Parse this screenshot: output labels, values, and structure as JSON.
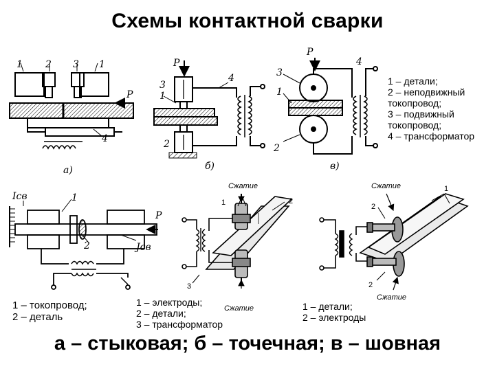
{
  "title": "Схемы контактной сварки",
  "top_diagrams": {
    "a": {
      "caption": "а)",
      "labels": [
        "1",
        "2",
        "3",
        "1",
        "P",
        "4"
      ]
    },
    "b": {
      "caption": "б)",
      "labels": [
        "P",
        "3",
        "1",
        "2",
        "4"
      ]
    },
    "v": {
      "caption": "в)",
      "labels": [
        "P",
        "3",
        "1",
        "2",
        "4"
      ]
    }
  },
  "legend_top": "1 – детали;\n2 – неподвижный\nтокопровод;\n3 – подвижный\nтокопровод;\n4 – трансформатор",
  "bottom_diagrams": {
    "butt": {
      "labels": [
        "Iсв",
        "1",
        "2",
        "P",
        "Jсв"
      ],
      "legend": "1 – токопровод;\n2 – деталь"
    },
    "spot": {
      "compress_top": "Сжатие",
      "compress_bottom": "Сжатие",
      "labels": [
        "1",
        "2",
        "3"
      ],
      "legend": "1 – электроды;\n2 – детали;\n3 – трансформатор"
    },
    "seam": {
      "compress_top": "Сжатие",
      "compress_bottom": "Сжатие",
      "labels": [
        "1",
        "2",
        "2"
      ],
      "legend": "1 – детали;\n2 – электроды"
    }
  },
  "footer": "а – стыковая; б – точечная; в – шовная"
}
